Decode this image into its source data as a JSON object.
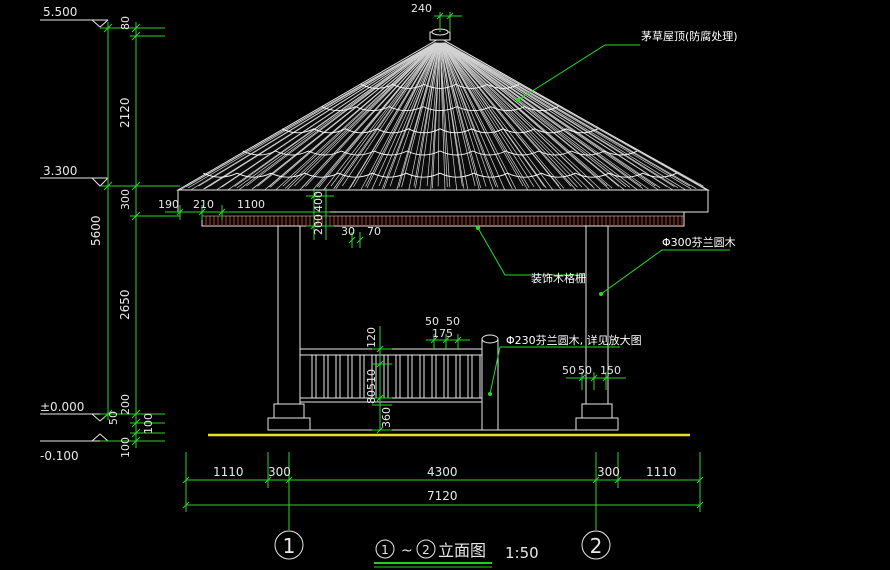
{
  "colors": {
    "background": "#000000",
    "line_white": "#e8e8e8",
    "dimension": "#2bd52b",
    "ground": "#e8e030",
    "leader": "#20e020",
    "rafter_red": "#c0401c",
    "title_underline": "#20d020"
  },
  "elevations": {
    "top": "5.500",
    "eave": "3.300",
    "ground": "±0.000",
    "below": "-0.100"
  },
  "left_dimensions": {
    "total": "5600",
    "segments": [
      "80",
      "2120",
      "300",
      "2650",
      "200",
      "50",
      "100",
      "100"
    ]
  },
  "top_dimension": "240",
  "eave_dimensions": [
    "190",
    "210",
    "1100",
    "200",
    "400",
    "30",
    "70"
  ],
  "bench_dimensions": [
    "50",
    "50",
    "175",
    "120",
    "510",
    "80",
    "360"
  ],
  "column_dimensions": [
    "50",
    "50",
    "150"
  ],
  "bottom_dimensions": {
    "segments": [
      "1110",
      "300",
      "4300",
      "300",
      "1110"
    ],
    "total": "7120"
  },
  "callouts": {
    "roof": "茅草屋顶(防腐处理)",
    "column": "Φ300芬兰圆木",
    "lattice": "装饰木格栅",
    "railing": "Φ230芬兰圆木, 详见放大图"
  },
  "axes": [
    "1",
    "2"
  ],
  "title": {
    "axis_from": "1",
    "separator": "~",
    "axis_to": "2",
    "text": "立面图",
    "scale": "1:50"
  }
}
